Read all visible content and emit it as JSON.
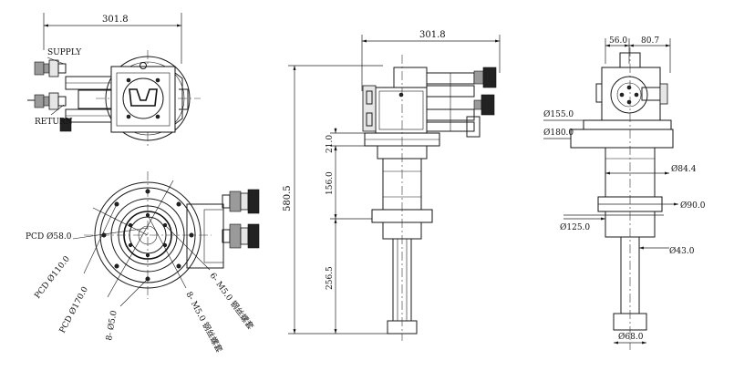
{
  "top_view": {
    "width_dim": "301.8",
    "supply_label": "SUPPLY",
    "return_label": "RETURN"
  },
  "bottom_view": {
    "pcd_58": "PCD Ø58.0",
    "pcd_110": "PCD Ø110.0",
    "pcd_170": "PCD Ø170.0",
    "hole_8_d5": "8- Ø5.0",
    "screw_8_m5": "8- M5.0 钢丝螺套",
    "screw_6_m5": "6- M5.0 钢丝螺套"
  },
  "front_view": {
    "width_dim": "301.8",
    "total_height": "580.5",
    "dim_21": "21.0",
    "dim_156": "156.0",
    "dim_256_5": "256.5"
  },
  "side_view": {
    "dim_56": "56.0",
    "dim_80_7": "80.7",
    "d155": "Ø155.0",
    "d180": "Ø180.0",
    "d84_4": "Ø84.4",
    "d90": "Ø90.0",
    "d125": "Ø125.0",
    "d43": "Ø43.0",
    "d68": "Ø68.0"
  }
}
